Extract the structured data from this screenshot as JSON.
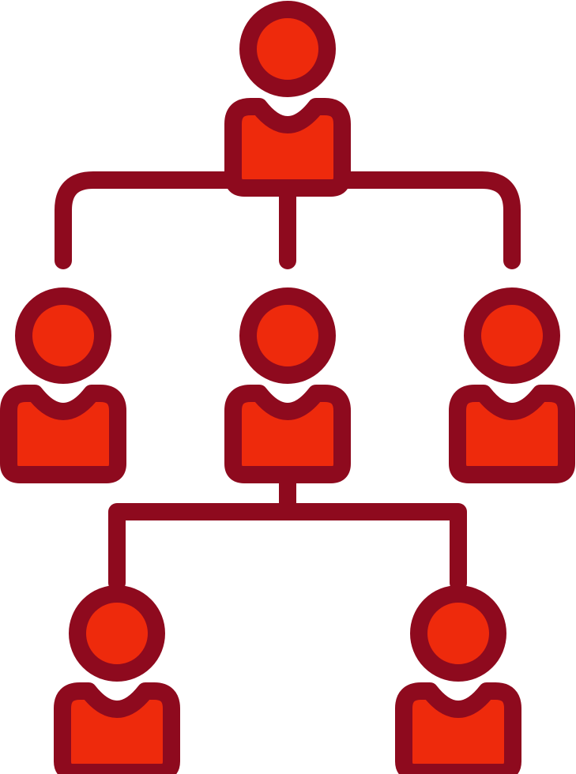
{
  "icon": {
    "name": "organization-hierarchy-icon",
    "colors": {
      "outline": "#8e0a1e",
      "fill": "#ee2a0c",
      "background": "#ffffff"
    },
    "levels": [
      {
        "level": 1,
        "people": 1
      },
      {
        "level": 2,
        "people": 3
      },
      {
        "level": 3,
        "people": 2
      }
    ]
  }
}
